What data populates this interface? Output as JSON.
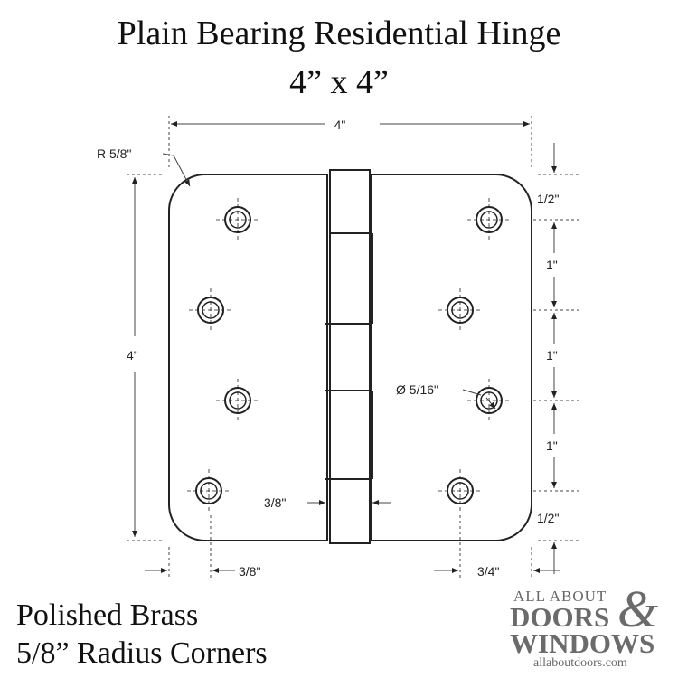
{
  "title": {
    "line1": "Plain Bearing Residential Hinge",
    "line2": "4” x 4”"
  },
  "dimensions": {
    "overall_width": "4\"",
    "overall_height": "4\"",
    "corner_radius": "R 5/8\"",
    "hole_diameter": "Ø 5/16\"",
    "top_margin": "1/2\"",
    "spacing_1": "1\"",
    "spacing_2": "1\"",
    "spacing_3": "1\"",
    "bottom_margin": "1/2\"",
    "left_edge_inset": "3/8\"",
    "knuckle_inset": "3/8\"",
    "right_edge_inset": "3/4\""
  },
  "footer": {
    "finish": "Polished Brass",
    "corners": "5/8” Radius Corners"
  },
  "logo": {
    "small": "ALL ABOUT",
    "big1": "DOORS",
    "amp": "&",
    "big2": "WINDOWS",
    "url": "allaboutdoors.com"
  },
  "colors": {
    "line": "#222222",
    "logo": "#6b6b6b"
  }
}
